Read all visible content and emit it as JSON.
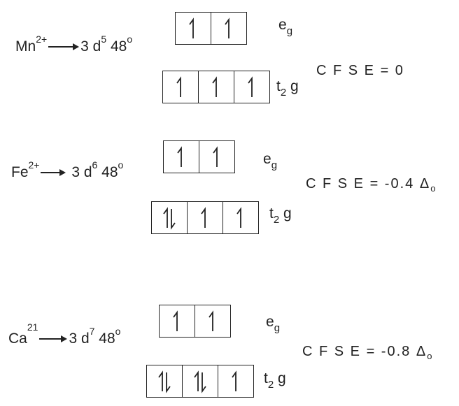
{
  "ions": [
    {
      "symbol": "Mn",
      "charge": "2+",
      "config": "3 d",
      "exponent": "5",
      "suffix": "48",
      "degree": "o",
      "eg_label": "e",
      "eg_sub": "g",
      "t2g_label": "t",
      "t2g_sub": "2",
      "t2g_end": "g",
      "eg": [
        "up",
        "up"
      ],
      "t2g": [
        "up",
        "up",
        "up"
      ],
      "cfse": "C F S E = 0",
      "delta": "",
      "delta_sub": ""
    },
    {
      "symbol": "Fe",
      "charge": "2+",
      "config": "3 d",
      "exponent": "6",
      "suffix": "48",
      "degree": "o",
      "eg_label": "e",
      "eg_sub": "g",
      "t2g_label": "t",
      "t2g_sub": "2",
      "t2g_end": "g",
      "eg": [
        "up",
        "up"
      ],
      "t2g": [
        "pair",
        "up",
        "up"
      ],
      "cfse": "C F S E = -0.4",
      "delta": "Δ",
      "delta_sub": "o"
    },
    {
      "symbol": "Ca",
      "charge": "21",
      "config": "3 d",
      "exponent": "7",
      "suffix": "48",
      "degree": "o",
      "eg_label": "e",
      "eg_sub": "g",
      "t2g_label": "t",
      "t2g_sub": "2",
      "t2g_end": "g",
      "eg": [
        "up",
        "up"
      ],
      "t2g": [
        "pair",
        "pair",
        "up"
      ],
      "cfse": "C F S E = -0.8",
      "delta": "Δ",
      "delta_sub": "o"
    }
  ]
}
